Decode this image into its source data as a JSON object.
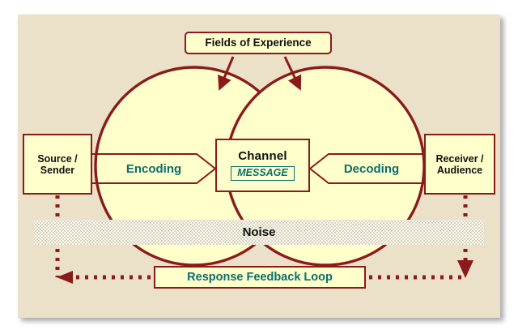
{
  "diagram": {
    "title_box": {
      "label": "Fields of Experience"
    },
    "source": {
      "label_line1": "Source /",
      "label_line2": "Sender"
    },
    "receiver": {
      "label_line1": "Receiver /",
      "label_line2": "Audience"
    },
    "encoding": {
      "label": "Encoding"
    },
    "decoding": {
      "label": "Decoding"
    },
    "channel": {
      "title": "Channel",
      "message": "MESSAGE"
    },
    "noise": {
      "label": "Noise"
    },
    "feedback": {
      "label": "Response Feedback Loop"
    }
  },
  "colors": {
    "panel_background": "#ebe0c8",
    "shape_fill": "#ffffcc",
    "stroke_dark_red": "#8b1a1a",
    "accent_teal": "#0a6e6e",
    "text_black": "#111111",
    "noise_band": "#fbf8ee",
    "canvas_white": "#ffffff"
  }
}
